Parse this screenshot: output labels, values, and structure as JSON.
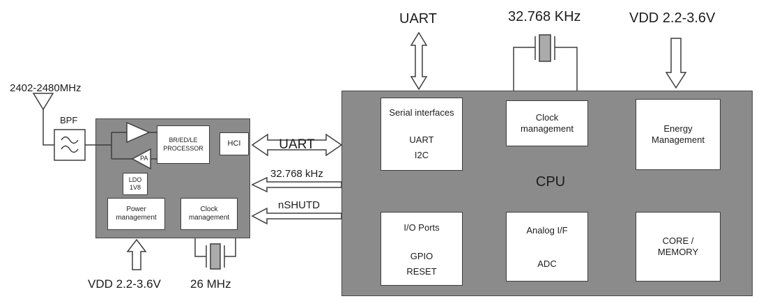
{
  "colors": {
    "block_gray": "#8b8b8b",
    "box_white": "#ffffff",
    "line_dark": "#3d3d3d",
    "crystal_gray": "#ababab"
  },
  "module": {
    "antenna_label": "2402-2480MHz",
    "bpf_label": "BPF",
    "processor_line1": "BR/ED/LE",
    "processor_line2": "PROCESSOR",
    "hci_label": "HCI",
    "pa_label": "PA",
    "ldo_line1": "LDO",
    "ldo_line2": "1V8",
    "power_line1": "Power",
    "power_line2": "management",
    "clock_line1": "Clock",
    "clock_line2": "management",
    "vdd_label": "VDD 2.2-3.6V",
    "crystal_label": "26 MHz"
  },
  "bus": {
    "uart_label": "UART",
    "clk32_label": "32.768 kHz",
    "nshutd_label": "nSHUTD"
  },
  "cpu": {
    "title": "CPU",
    "uart_top_label": "UART",
    "xtal_top_label": "32.768 KHz",
    "vdd_top_label": "VDD 2.2-3.6V",
    "serial": {
      "line1": "Serial interfaces",
      "line2": "UART",
      "line3": "I2C"
    },
    "clock": {
      "line1": "Clock",
      "line2": "management"
    },
    "energy": {
      "line1": "Energy",
      "line2": "Management"
    },
    "io": {
      "line1": "I/O Ports",
      "line2": "GPIO",
      "line3": "RESET"
    },
    "analog": {
      "line1": "Analog I/F",
      "line2": "ADC"
    },
    "core": {
      "line1": "CORE /",
      "line2": "MEMORY"
    }
  }
}
